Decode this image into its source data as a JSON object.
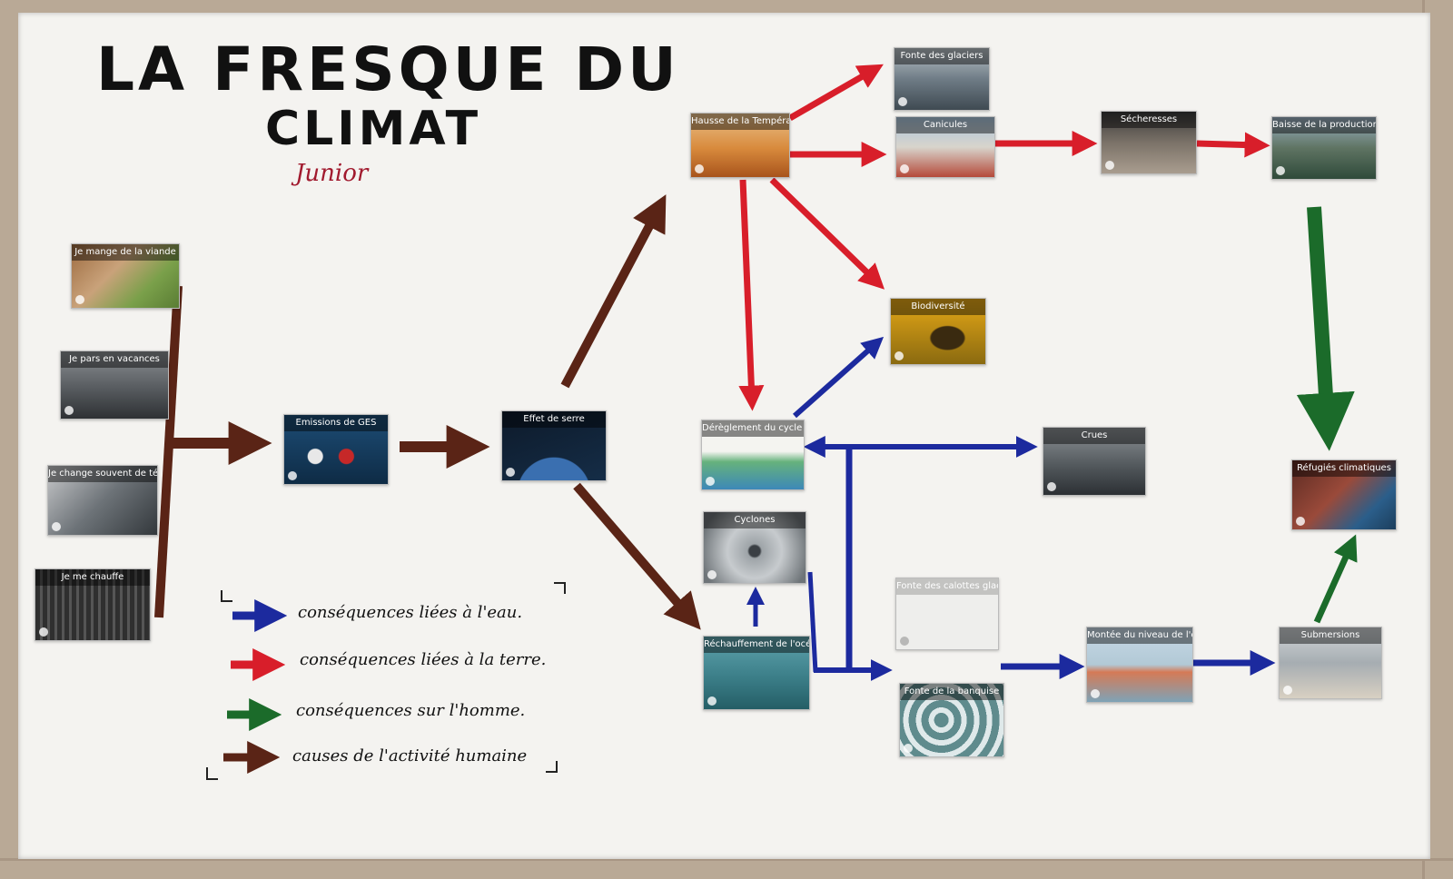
{
  "title": {
    "line1": "LA FRESQUE DU",
    "line2": "CLIMAT",
    "subtitle": "Junior"
  },
  "cards": {
    "viande": {
      "label": "Je mange de la viande"
    },
    "vacances": {
      "label": "Je pars en vacances"
    },
    "telephone": {
      "label": "Je change souvent de téléphone"
    },
    "chauffe": {
      "label": "Je me chauffe"
    },
    "ges": {
      "label": "Emissions de GES"
    },
    "serre": {
      "label": "Effet de serre"
    },
    "temperature": {
      "label": "Hausse de la Température"
    },
    "glaciers": {
      "label": "Fonte des glaciers"
    },
    "canicules": {
      "label": "Canicules"
    },
    "secheresses": {
      "label": "Sécheresses"
    },
    "agricole": {
      "label": "Baisse de la production agricole"
    },
    "biodiversite": {
      "label": "Biodiversité"
    },
    "cycle_eau": {
      "label": "Dérèglement du cycle de l'eau"
    },
    "crues": {
      "label": "Crues"
    },
    "refugies": {
      "label": "Réfugiés climatiques"
    },
    "cyclones": {
      "label": "Cyclones"
    },
    "ocean": {
      "label": "Réchauffement de l'océan"
    },
    "calottes": {
      "label": "Fonte des calottes glaciaires"
    },
    "banquise": {
      "label": "Fonte de la banquise"
    },
    "niveau_eau": {
      "label": "Montée du niveau de l'eau"
    },
    "submersions": {
      "label": "Submersions"
    }
  },
  "legend": [
    {
      "text": "conséquences liées à l'eau.",
      "color": "#1c2a9e"
    },
    {
      "text": "conséquences liées à la terre.",
      "color": "#d81e2a"
    },
    {
      "text": "conséquences sur l'homme.",
      "color": "#1b6b2a"
    },
    {
      "text": "causes de l'activité humaine",
      "color": "#5a2416"
    }
  ],
  "colors": {
    "water": "#1c2a9e",
    "land": "#d81e2a",
    "human": "#1b6b2a",
    "cause": "#5a2416"
  }
}
